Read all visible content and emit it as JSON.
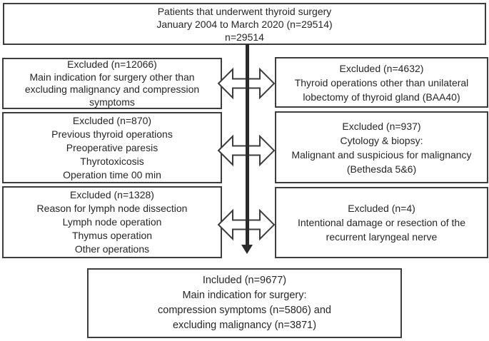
{
  "flow": {
    "top": {
      "lines": [
        "Patients that underwent thyroid surgery",
        "January 2004 to March 2020 (n=29514)",
        "n=29514"
      ]
    },
    "left": [
      {
        "lines": [
          "Excluded (n=12066)",
          "Main indication for surgery other than",
          "excluding malignancy and compression",
          "symptoms"
        ]
      },
      {
        "lines": [
          "Excluded (n=870)",
          "Previous thyroid operations",
          "Preoperative paresis",
          "Thyrotoxicosis",
          "Operation time 00 min"
        ]
      },
      {
        "lines": [
          "Excluded (n=1328)",
          "Reason for lymph node dissection",
          "Lymph node operation",
          "Thymus operation",
          "Other operations"
        ]
      }
    ],
    "right": [
      {
        "lines": [
          "Excluded (n=4632)",
          "Thyroid operations other than unilateral",
          "lobectomy of thyroid gland (BAA40)"
        ]
      },
      {
        "lines": [
          "Excluded (n=937)",
          "Cytology & biopsy:",
          "Malignant and suspicious for malignancy",
          "(Bethesda 5&6)"
        ]
      },
      {
        "lines": [
          "Excluded (n=4)",
          "Intentional damage or resection of the",
          "recurrent laryngeal nerve"
        ]
      }
    ],
    "bottom": {
      "lines": [
        "Included (n=9677)",
        "Main indication for surgery:",
        "compression symptoms (n=5806) and",
        "excluding malignancy (n=3871)"
      ]
    },
    "colors": {
      "background": "#ffffff",
      "box_border": "#3d3d3d",
      "text": "#262626",
      "arrow": "#2b2b2b"
    }
  }
}
